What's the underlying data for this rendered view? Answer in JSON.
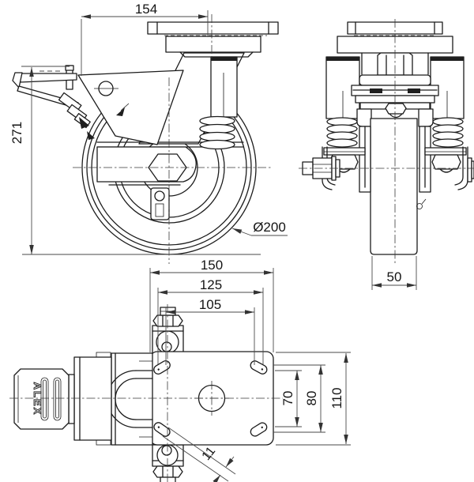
{
  "brand": "ALEX",
  "dims": {
    "top_plate_length": "154",
    "overall_height": "271",
    "wheel_diameter": "Ø200",
    "wheel_width": "50",
    "plate_width": "150",
    "bolt_span_outer": "125",
    "bolt_span_inner": "105",
    "bolt_rows_inner": "70",
    "bolt_rows_outer": "80",
    "plate_depth": "110",
    "slot_width": "11"
  }
}
